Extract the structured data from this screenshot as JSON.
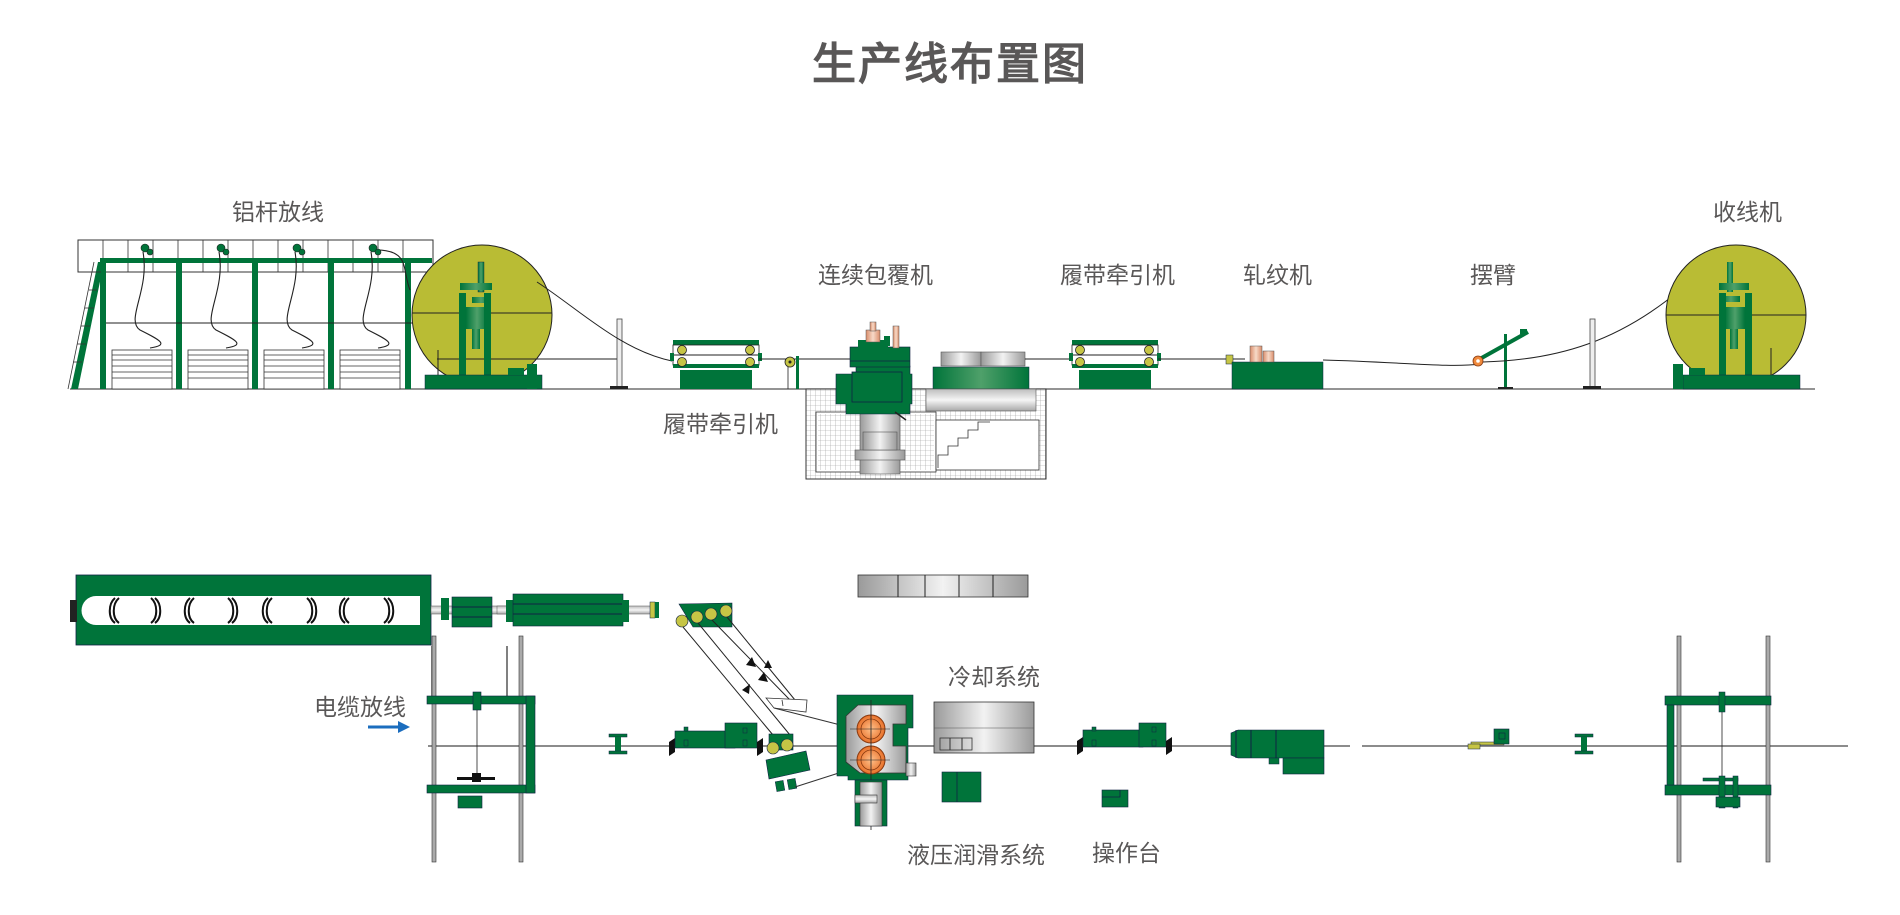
{
  "title": "生产线布置图",
  "colors": {
    "machine_green": "#00743A",
    "spool_yellow": "#B9BC34",
    "roller_yellow": "#C6C545",
    "copper_orange": "#F08A3C",
    "steel_gray": "#C8C8C8",
    "line_black": "#1A1A1A",
    "text_gray": "#595757",
    "arrow_blue": "#1B6DBE"
  },
  "elevation_view": {
    "labels": {
      "rod_payoff": "铝杆放线",
      "continuous_cladding": "连续包覆机",
      "caterpillar_upper": "履带牵引机",
      "caterpillar_lower": "履带牵引机",
      "corrugator": "轧纹机",
      "swing_arm": "摆臂",
      "take_up": "收线机"
    }
  },
  "plan_view": {
    "labels": {
      "cable_payoff": "电缆放线",
      "cooling_system": "冷却系统",
      "hydraulic_lubrication": "液压润滑系统",
      "console": "操作台"
    }
  }
}
